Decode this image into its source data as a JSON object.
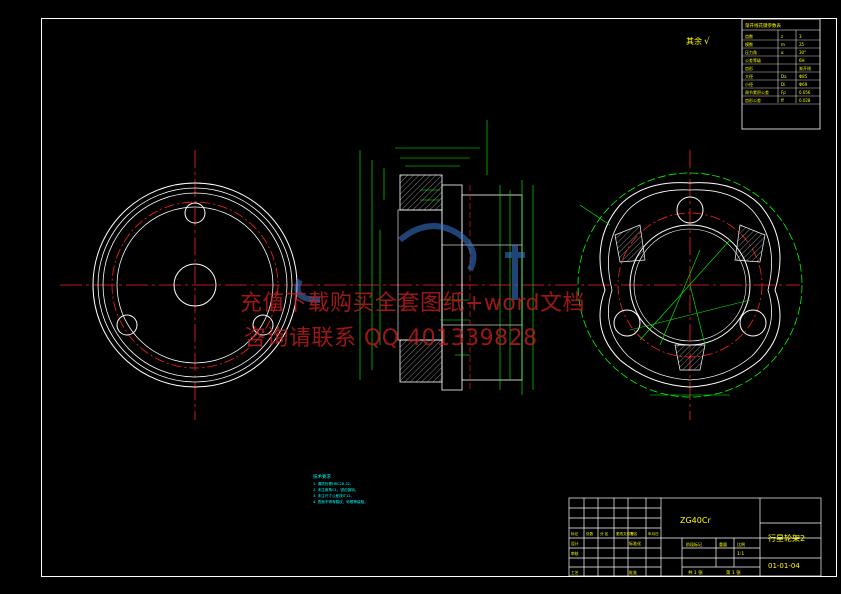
{
  "roughness_note": "其余",
  "param_table": {
    "title": "渐开线花键参数表",
    "rows": [
      [
        "齿数",
        "z",
        "3"
      ],
      [
        "模数",
        "m",
        "25"
      ],
      [
        "压力角",
        "α",
        "30°"
      ],
      [
        "公差等级",
        "",
        "6H"
      ],
      [
        "齿形",
        "",
        "渐开线"
      ],
      [
        "大径",
        "Da",
        "Φ85"
      ],
      [
        "小径",
        "Di",
        "Φ69"
      ],
      [
        "周节累积公差",
        "Fp",
        "0.056"
      ],
      [
        "齿形公差",
        "ff",
        "0.028"
      ]
    ]
  },
  "tech_notes": {
    "title": "技术要求",
    "lines": [
      "1. 调质处理HRC28-32。",
      "2. 未注倒角C1，锐边倒钝。",
      "3. 未注尺寸公差按IT12。",
      "4. 表面不得有裂纹、砂眼等缺陷。"
    ]
  },
  "watermark": {
    "line1": "充值下载购买全套图纸+word文档",
    "line2": "咨询请联系 QQ 401339828"
  },
  "title_block": {
    "material": "ZG40Cr",
    "part_name": "行星轮架2",
    "drawing_no": "01-01-04",
    "scale": "1:1",
    "sheet_total": "共 1 张",
    "sheet_no": "第 1 张",
    "headers": [
      "标记",
      "处数",
      "分 区",
      "更改文件号",
      "签名",
      "年月日"
    ],
    "roles": [
      "设计",
      "审核",
      "工艺"
    ],
    "std_label": "标准化",
    "approve_label": "批准",
    "stage_label": "阶段标记",
    "weight_label": "重量",
    "scale_label": "比例"
  },
  "colors": {
    "frame": "#ffffff",
    "red": "#ff2020",
    "green": "#00ff00",
    "cyan": "#00ffff",
    "yellow": "#ffff00",
    "blue": "#3a7bd5"
  }
}
